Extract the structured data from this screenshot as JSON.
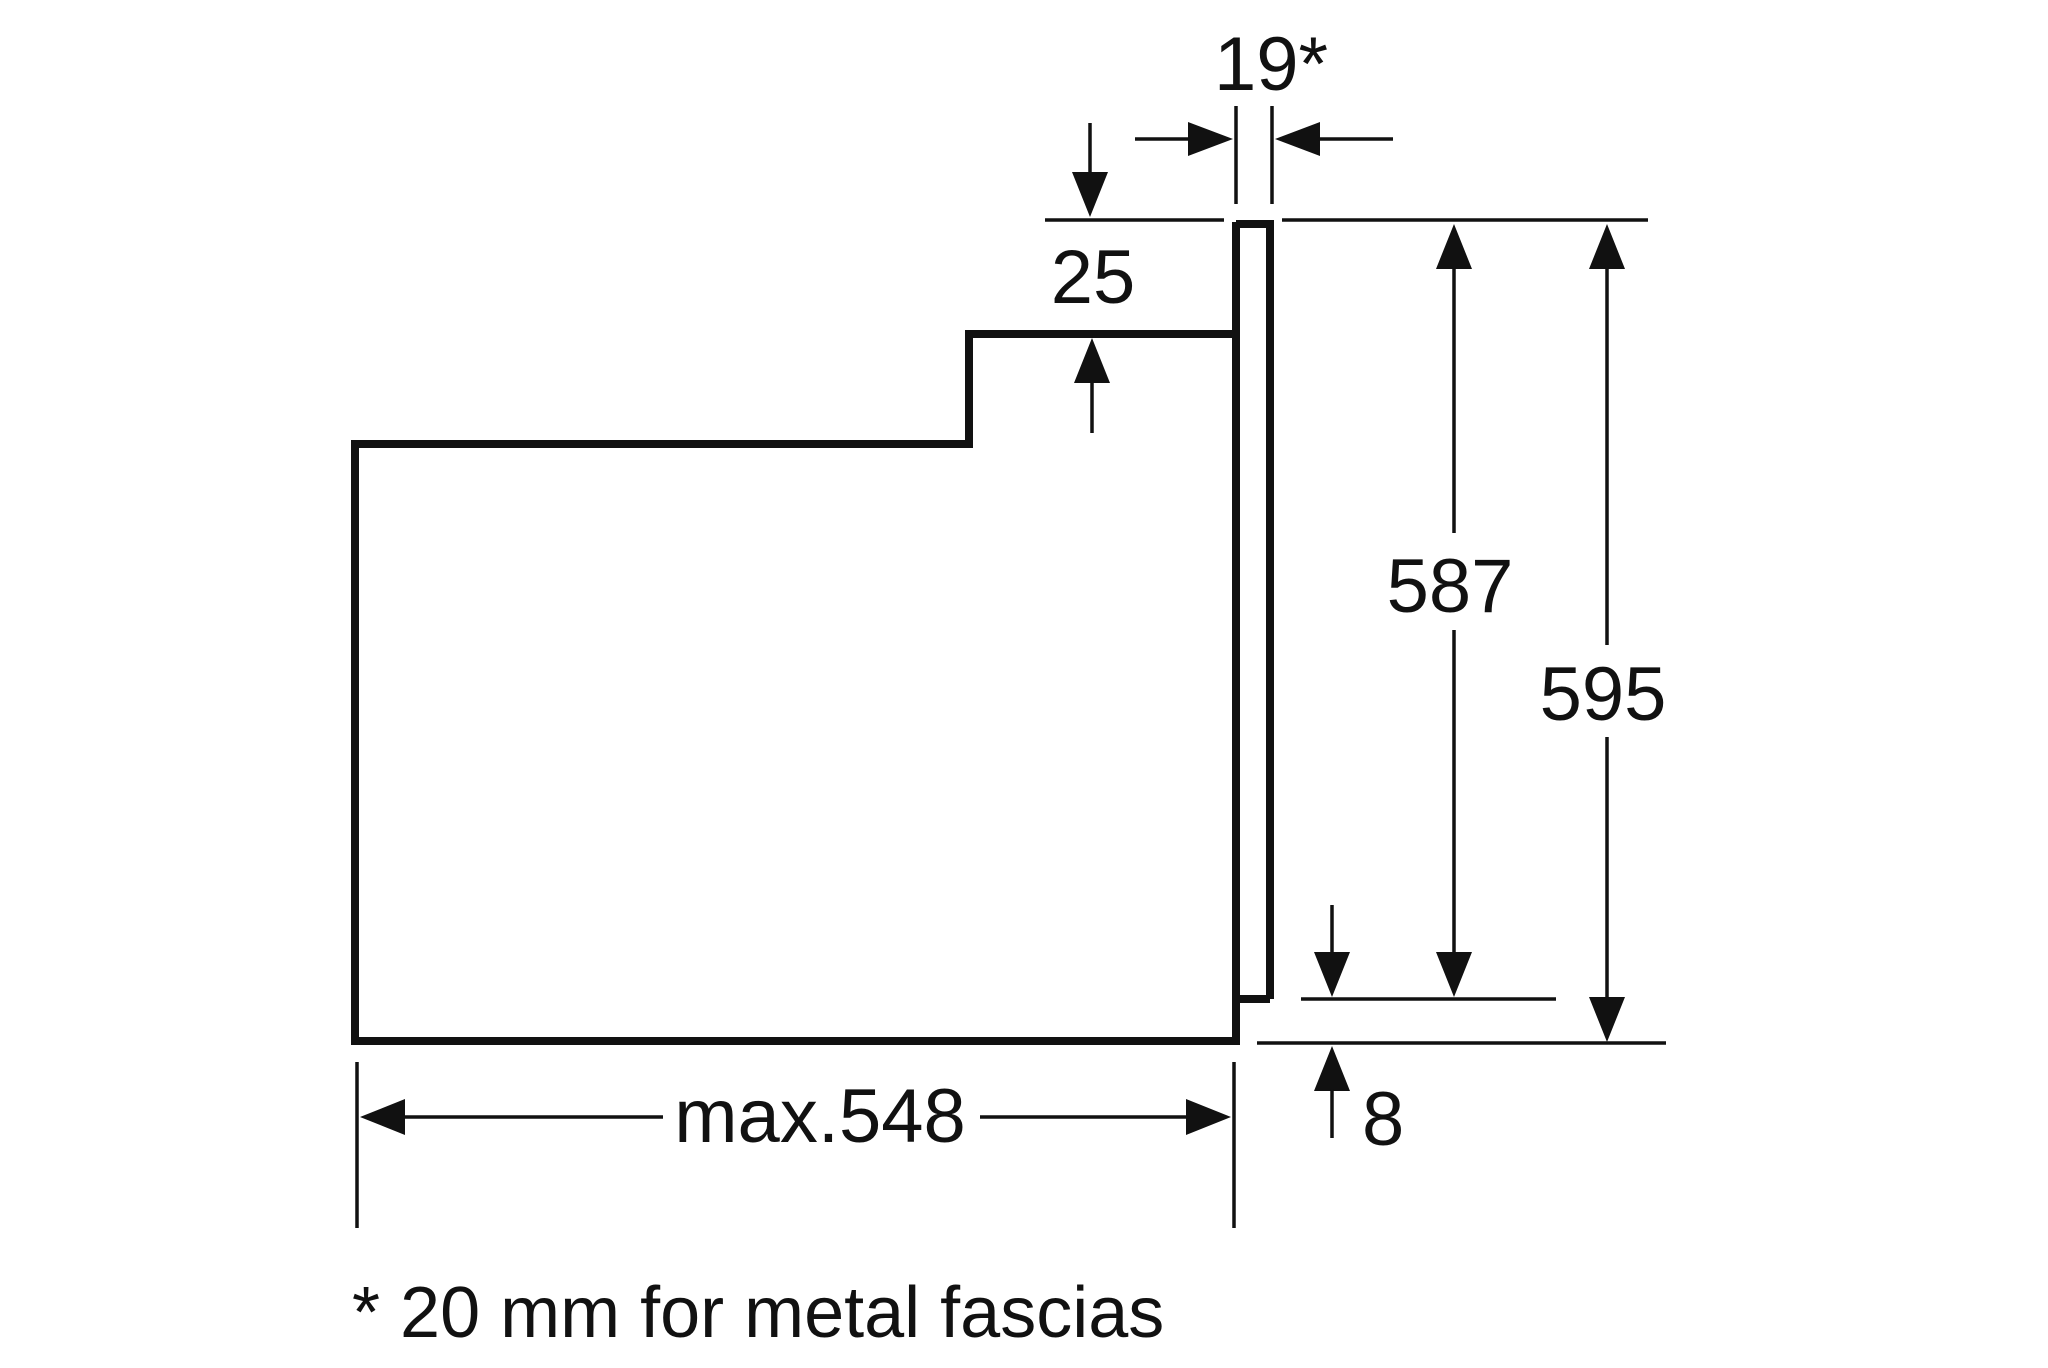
{
  "diagram": {
    "type": "appliance-installation-dimension-drawing",
    "background_color": "#ffffff",
    "line_color": "#111111",
    "labels": {
      "fascia_thickness": "19*",
      "top_clearance": "25",
      "body_height": "587",
      "front_height": "595",
      "max_depth": "max.548",
      "bottom_offset": "8"
    },
    "footnote": "* 20 mm for metal fascias"
  }
}
